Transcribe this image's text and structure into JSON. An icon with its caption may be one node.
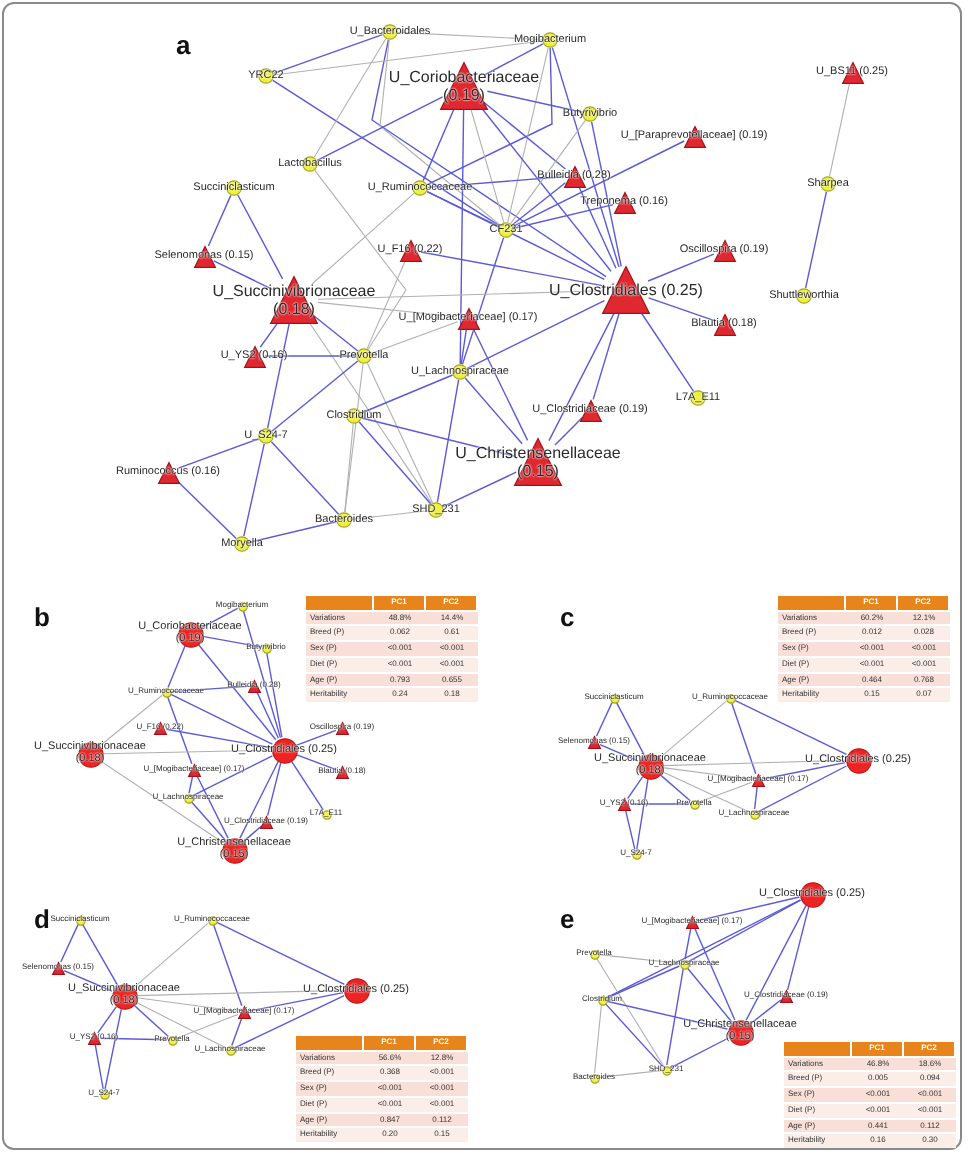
{
  "diagram": {
    "nodes": [
      {
        "text": [
          "U_Bacteroidales"
        ]
      },
      {
        "text": [
          "Mogibacterium"
        ]
      },
      {
        "text": [
          "YRC22"
        ]
      },
      {
        "text": [
          "U_Coriobacteriaceae (0.19)"
        ]
      },
      {
        "text": [
          "U_BS11 (0.25)"
        ]
      },
      {
        "text": [
          "Butyrivibrio"
        ]
      },
      {
        "text": [
          "U_[Paraprevotellaceae] (0.19)"
        ]
      },
      {
        "text": [
          "Lactobacillus"
        ]
      },
      {
        "text": [
          "Succiniclasticum"
        ]
      },
      {
        "text": [
          "U_Ruminococcaceae"
        ]
      },
      {
        "text": [
          "Bulleidia (0.28)"
        ]
      },
      {
        "text": [
          "Sharpea"
        ]
      },
      {
        "text": [
          "Treponema (0.16)"
        ]
      },
      {
        "text": [
          "CF231"
        ]
      },
      {
        "text": [
          "Selenomonas (0.15)"
        ]
      },
      {
        "text": [
          "U_F16 (0.22)"
        ]
      },
      {
        "text": [
          "Oscillospira (0.19)"
        ]
      },
      {
        "text": [
          "U_Succinivibrionaceae (0.18)"
        ]
      },
      {
        "text": [
          "U_Clostridiales (0.25)"
        ]
      },
      {
        "text": [
          "Shuttleworthia"
        ]
      },
      {
        "text": [
          "U_[Mogibacteriaceae] (0.17)"
        ]
      },
      {
        "text": [
          "Blautia (0.18)"
        ]
      },
      {
        "text": [
          "U_YS2 (0.16)"
        ]
      },
      {
        "text": [
          "Prevotella"
        ]
      },
      {
        "text": [
          "U_Lachnospiraceae"
        ]
      },
      {
        "text": [
          "L7A_E11"
        ]
      },
      {
        "text": [
          "U_Clostridiaceae (0.19)"
        ]
      },
      {
        "text": [
          "Clostridium"
        ]
      },
      {
        "text": [
          "U_S24-7"
        ]
      },
      {
        "text": [
          "U_Christensenellaceae (0.15)"
        ]
      },
      {
        "text": [
          "Ruminococcus (0.16)"
        ]
      },
      {
        "text": [
          "Bacteroides"
        ]
      },
      {
        "text": [
          "SHD_231"
        ]
      },
      {
        "text": [
          "Moryella"
        ]
      },
      {
        "text": [
          "Mogibacterium"
        ]
      },
      {
        "text": [
          "U_Coriobacteriaceae (0.19)"
        ]
      },
      {
        "text": [
          "Butyrivibrio"
        ]
      },
      {
        "text": [
          "U_Ruminococcaceae"
        ]
      },
      {
        "text": [
          "Bulleidia (0.28)"
        ]
      },
      {
        "text": [
          "U_F16 (0.22)"
        ]
      },
      {
        "text": [
          "Oscillospira (0.19)"
        ]
      },
      {
        "text": [
          "U_Succinivibrionaceae (0.18)"
        ]
      },
      {
        "text": [
          "U_Clostridiales (0.25)"
        ]
      },
      {
        "text": [
          "U_[Mogibacteriaceae] (0.17)"
        ]
      },
      {
        "text": [
          "Blautia (0.18)"
        ]
      },
      {
        "text": [
          "U_Lachnospiraceae"
        ]
      },
      {
        "text": [
          "U_Clostridiaceae (0.19)"
        ]
      },
      {
        "text": [
          "L7A_E11"
        ]
      },
      {
        "text": [
          "U_Christensenellaceae (0.15)"
        ]
      },
      {
        "text": [
          "Succiniclasticum"
        ]
      },
      {
        "text": [
          "U_Ruminococcaceae"
        ]
      },
      {
        "text": [
          "Selenomonas (0.15)"
        ]
      },
      {
        "text": [
          "U_Succinivibrionaceae (0.18)"
        ]
      },
      {
        "text": [
          "U_Clostridiales (0.25)"
        ]
      },
      {
        "text": [
          "U_[Mogibacteriaceae] (0.17)"
        ]
      },
      {
        "text": [
          "U_YS2 (0.16)"
        ]
      },
      {
        "text": [
          "Prevotella"
        ]
      },
      {
        "text": [
          "U_Lachnospiraceae"
        ]
      },
      {
        "text": [
          "U_S24-7"
        ]
      },
      {
        "text": [
          "Succiniclasticum"
        ]
      },
      {
        "text": [
          "U_Ruminococcaceae"
        ]
      },
      {
        "text": [
          "Selenomonas (0.15)"
        ]
      },
      {
        "text": [
          "U_Succinivibrionaceae (0.18)"
        ]
      },
      {
        "text": [
          "U_Clostridiales (0.25)"
        ]
      },
      {
        "text": [
          "U_[Mogibacteriaceae] (0.17)"
        ]
      },
      {
        "text": [
          "U_YS2 (0.16)"
        ]
      },
      {
        "text": [
          "Prevotella"
        ]
      },
      {
        "text": [
          "U_Lachnospiraceae"
        ]
      },
      {
        "text": [
          "U_S24-7"
        ]
      },
      {
        "text": [
          "U_Clostridiales (0.25)"
        ]
      },
      {
        "text": [
          "U_[Mogibacteriaceae] (0.17)"
        ]
      },
      {
        "text": [
          "Prevotella"
        ]
      },
      {
        "text": [
          "U_Lachnospiraceae"
        ]
      },
      {
        "text": [
          "Clostridium"
        ]
      },
      {
        "text": [
          "U_Clostridiaceae (0.19)"
        ]
      },
      {
        "text": [
          "U_Christensenellaceae (0.15)"
        ]
      },
      {
        "text": [
          "SHD_231"
        ]
      },
      {
        "text": [
          "Bacteroides"
        ]
      }
    ],
    "edges": [
      {
        "from": 0,
        "to": 2,
        "arrow": "none"
      },
      {
        "from": 0,
        "to": 18,
        "arrow": "none"
      },
      {
        "from": 2,
        "to": 13,
        "arrow": "none"
      },
      {
        "from": 2,
        "to": 1,
        "arrow": "none",
        "color": "#b0b0b0"
      },
      {
        "from": 0,
        "to": 1,
        "arrow": "none",
        "color": "#b0b0b0"
      },
      {
        "from": 0,
        "to": 7,
        "arrow": "none",
        "color": "#b0b0b0"
      },
      {
        "from": 0,
        "to": 13,
        "arrow": "none",
        "color": "#b0b0b0"
      },
      {
        "from": 1,
        "to": 3,
        "arrow": "none"
      },
      {
        "from": 1,
        "to": 18,
        "arrow": "none"
      },
      {
        "from": 1,
        "to": 9,
        "arrow": "none"
      },
      {
        "from": 1,
        "to": 13,
        "arrow": "none",
        "color": "#b0b0b0"
      },
      {
        "from": 3,
        "to": 5,
        "arrow": "none"
      },
      {
        "from": 3,
        "to": 9,
        "arrow": "none"
      },
      {
        "from": 3,
        "to": 7,
        "arrow": "none"
      },
      {
        "from": 3,
        "to": 18,
        "arrow": "none"
      },
      {
        "from": 3,
        "to": 13,
        "arrow": "none",
        "color": "#b0b0b0"
      },
      {
        "from": 3,
        "to": 10,
        "arrow": "none"
      },
      {
        "from": 3,
        "to": 24,
        "arrow": "none"
      },
      {
        "from": 4,
        "to": 11,
        "arrow": "none",
        "color": "#b0b0b0"
      },
      {
        "from": 11,
        "to": 19,
        "arrow": "none"
      },
      {
        "from": 5,
        "to": 18,
        "arrow": "none"
      },
      {
        "from": 5,
        "to": 13,
        "arrow": "none",
        "color": "#b0b0b0"
      },
      {
        "from": 6,
        "to": 13,
        "arrow": "none"
      },
      {
        "from": 7,
        "to": 23,
        "arrow": "none",
        "color": "#b0b0b0"
      },
      {
        "from": 8,
        "to": 14,
        "arrow": "none"
      },
      {
        "from": 8,
        "to": 17,
        "arrow": "none"
      },
      {
        "from": 9,
        "to": 13,
        "arrow": "none"
      },
      {
        "from": 9,
        "to": 18,
        "arrow": "none"
      },
      {
        "from": 9,
        "to": 17,
        "arrow": "none",
        "color": "#b0b0b0"
      },
      {
        "from": 9,
        "to": 10,
        "arrow": "none"
      },
      {
        "from": 10,
        "to": 13,
        "arrow": "none"
      },
      {
        "from": 10,
        "to": 18,
        "arrow": "none"
      },
      {
        "from": 12,
        "to": 13,
        "arrow": "none"
      },
      {
        "from": 13,
        "to": 24,
        "arrow": "none"
      },
      {
        "from": 14,
        "to": 17,
        "arrow": "none"
      },
      {
        "from": 15,
        "to": 23,
        "arrow": "none",
        "color": "#b0b0b0"
      },
      {
        "from": 15,
        "to": 18,
        "arrow": "none"
      },
      {
        "from": 16,
        "to": 18,
        "arrow": "none"
      },
      {
        "from": 21,
        "to": 18,
        "arrow": "none"
      },
      {
        "from": 25,
        "to": 18,
        "arrow": "none"
      },
      {
        "from": 17,
        "to": 18,
        "arrow": "none",
        "color": "#b0b0b0"
      },
      {
        "from": 17,
        "to": 20,
        "arrow": "none",
        "color": "#b0b0b0"
      },
      {
        "from": 17,
        "to": 22,
        "arrow": "none"
      },
      {
        "from": 17,
        "to": 28,
        "arrow": "none"
      },
      {
        "from": 17,
        "to": 23,
        "arrow": "none"
      },
      {
        "from": 17,
        "to": 32,
        "arrow": "none",
        "color": "#b0b0b0"
      },
      {
        "from": 18,
        "to": 24,
        "arrow": "none"
      },
      {
        "from": 18,
        "to": 26,
        "arrow": "none"
      },
      {
        "from": 18,
        "to": 29,
        "arrow": "none"
      },
      {
        "from": 20,
        "to": 24,
        "arrow": "none"
      },
      {
        "from": 20,
        "to": 29,
        "arrow": "none"
      },
      {
        "from": 20,
        "to": 23,
        "arrow": "none",
        "color": "#b0b0b0"
      },
      {
        "from": 22,
        "to": 23,
        "arrow": "none"
      },
      {
        "from": 23,
        "to": 28,
        "arrow": "none"
      },
      {
        "from": 23,
        "to": 31,
        "arrow": "none",
        "color": "#b0b0b0"
      },
      {
        "from": 23,
        "to": 32,
        "arrow": "none",
        "color": "#b0b0b0"
      },
      {
        "from": 24,
        "to": 27,
        "arrow": "none"
      },
      {
        "from": 24,
        "to": 32,
        "arrow": "none"
      },
      {
        "from": 24,
        "to": 29,
        "arrow": "none"
      },
      {
        "from": 26,
        "to": 29,
        "arrow": "none"
      },
      {
        "from": 27,
        "to": 29,
        "arrow": "none"
      },
      {
        "from": 27,
        "to": 32,
        "arrow": "none"
      },
      {
        "from": 27,
        "to": 31,
        "arrow": "none",
        "color": "#b0b0b0"
      },
      {
        "from": 28,
        "to": 30,
        "arrow": "none"
      },
      {
        "from": 28,
        "to": 33,
        "arrow": "none"
      },
      {
        "from": 28,
        "to": 31,
        "arrow": "none"
      },
      {
        "from": 30,
        "to": 33,
        "arrow": "none"
      },
      {
        "from": 31,
        "to": 33,
        "arrow": "none"
      },
      {
        "from": 31,
        "to": 32,
        "arrow": "none",
        "color": "#b0b0b0"
      },
      {
        "from": 32,
        "to": 29,
        "arrow": "none"
      },
      {
        "from": 34,
        "to": 35,
        "arrow": "none"
      },
      {
        "from": 34,
        "to": 42,
        "arrow": "none"
      },
      {
        "from": 35,
        "to": 36,
        "arrow": "none"
      },
      {
        "from": 35,
        "to": 37,
        "arrow": "none"
      },
      {
        "from": 35,
        "to": 42,
        "arrow": "none"
      },
      {
        "from": 36,
        "to": 42,
        "arrow": "none"
      },
      {
        "from": 37,
        "to": 38,
        "arrow": "none"
      },
      {
        "from": 37,
        "to": 42,
        "arrow": "none"
      },
      {
        "from": 37,
        "to": 43,
        "arrow": "none"
      },
      {
        "from": 37,
        "to": 41,
        "arrow": "none",
        "color": "#b0b0b0"
      },
      {
        "from": 38,
        "to": 42,
        "arrow": "none"
      },
      {
        "from": 39,
        "to": 42,
        "arrow": "none"
      },
      {
        "from": 40,
        "to": 42,
        "arrow": "none"
      },
      {
        "from": 41,
        "to": 42,
        "arrow": "none",
        "color": "#b0b0b0"
      },
      {
        "from": 41,
        "to": 48,
        "arrow": "none",
        "color": "#b0b0b0"
      },
      {
        "from": 42,
        "to": 44,
        "arrow": "none"
      },
      {
        "from": 42,
        "to": 47,
        "arrow": "none"
      },
      {
        "from": 42,
        "to": 45,
        "arrow": "none"
      },
      {
        "from": 42,
        "to": 46,
        "arrow": "none"
      },
      {
        "from": 42,
        "to": 48,
        "arrow": "none"
      },
      {
        "from": 43,
        "to": 45,
        "arrow": "none"
      },
      {
        "from": 43,
        "to": 48,
        "arrow": "none"
      },
      {
        "from": 45,
        "to": 48,
        "arrow": "none"
      },
      {
        "from": 46,
        "to": 48,
        "arrow": "none"
      },
      {
        "from": 49,
        "to": 51,
        "arrow": "none"
      },
      {
        "from": 49,
        "to": 52,
        "arrow": "none"
      },
      {
        "from": 51,
        "to": 52,
        "arrow": "none"
      },
      {
        "from": 50,
        "to": 52,
        "arrow": "none",
        "color": "#b0b0b0"
      },
      {
        "from": 50,
        "to": 53,
        "arrow": "none"
      },
      {
        "from": 50,
        "to": 54,
        "arrow": "none"
      },
      {
        "from": 52,
        "to": 53,
        "arrow": "none",
        "color": "#b0b0b0"
      },
      {
        "from": 52,
        "to": 54,
        "arrow": "none",
        "color": "#b0b0b0"
      },
      {
        "from": 52,
        "to": 55,
        "arrow": "none"
      },
      {
        "from": 52,
        "to": 56,
        "arrow": "none"
      },
      {
        "from": 52,
        "to": 58,
        "arrow": "none"
      },
      {
        "from": 52,
        "to": 57,
        "arrow": "none",
        "color": "#b0b0b0"
      },
      {
        "from": 53,
        "to": 54,
        "arrow": "none"
      },
      {
        "from": 53,
        "to": 57,
        "arrow": "none"
      },
      {
        "from": 54,
        "to": 57,
        "arrow": "none"
      },
      {
        "from": 54,
        "to": 56,
        "arrow": "none",
        "color": "#b0b0b0"
      },
      {
        "from": 55,
        "to": 56,
        "arrow": "none"
      },
      {
        "from": 55,
        "to": 58,
        "arrow": "none"
      },
      {
        "from": 59,
        "to": 61,
        "arrow": "none"
      },
      {
        "from": 59,
        "to": 62,
        "arrow": "none"
      },
      {
        "from": 61,
        "to": 62,
        "arrow": "none"
      },
      {
        "from": 60,
        "to": 62,
        "arrow": "none",
        "color": "#b0b0b0"
      },
      {
        "from": 60,
        "to": 63,
        "arrow": "none"
      },
      {
        "from": 60,
        "to": 64,
        "arrow": "none"
      },
      {
        "from": 62,
        "to": 63,
        "arrow": "none",
        "color": "#b0b0b0"
      },
      {
        "from": 62,
        "to": 64,
        "arrow": "none",
        "color": "#b0b0b0"
      },
      {
        "from": 62,
        "to": 65,
        "arrow": "none"
      },
      {
        "from": 62,
        "to": 66,
        "arrow": "none"
      },
      {
        "from": 62,
        "to": 68,
        "arrow": "none"
      },
      {
        "from": 62,
        "to": 67,
        "arrow": "none",
        "color": "#b0b0b0"
      },
      {
        "from": 63,
        "to": 64,
        "arrow": "none"
      },
      {
        "from": 63,
        "to": 67,
        "arrow": "none"
      },
      {
        "from": 64,
        "to": 67,
        "arrow": "none"
      },
      {
        "from": 64,
        "to": 66,
        "arrow": "none",
        "color": "#b0b0b0"
      },
      {
        "from": 65,
        "to": 66,
        "arrow": "none"
      },
      {
        "from": 65,
        "to": 68,
        "arrow": "none"
      },
      {
        "from": 69,
        "to": 70,
        "arrow": "none"
      },
      {
        "from": 69,
        "to": 72,
        "arrow": "none"
      },
      {
        "from": 69,
        "to": 74,
        "arrow": "none"
      },
      {
        "from": 69,
        "to": 75,
        "arrow": "none"
      },
      {
        "from": 69,
        "to": 73,
        "arrow": "none"
      },
      {
        "from": 70,
        "to": 72,
        "arrow": "none"
      },
      {
        "from": 70,
        "to": 75,
        "arrow": "none"
      },
      {
        "from": 71,
        "to": 72,
        "arrow": "none",
        "color": "#b0b0b0"
      },
      {
        "from": 71,
        "to": 76,
        "arrow": "none",
        "color": "#b0b0b0"
      },
      {
        "from": 72,
        "to": 73,
        "arrow": "none"
      },
      {
        "from": 72,
        "to": 75,
        "arrow": "none"
      },
      {
        "from": 72,
        "to": 76,
        "arrow": "none"
      },
      {
        "from": 73,
        "to": 75,
        "arrow": "none"
      },
      {
        "from": 73,
        "to": 76,
        "arrow": "none"
      },
      {
        "from": 73,
        "to": 77,
        "arrow": "none",
        "color": "#b0b0b0"
      },
      {
        "from": 74,
        "to": 75,
        "arrow": "none"
      },
      {
        "from": 75,
        "to": 76,
        "arrow": "none"
      },
      {
        "from": 76,
        "to": 77,
        "arrow": "none",
        "color": "#b0b0b0"
      }
    ],
    "labels": [
      "a",
      "b",
      "PC1",
      "PC2",
      "Variations",
      "48.8%",
      "14.4%",
      "Breed (P)",
      "0.062",
      "0.61",
      "Sex (P)",
      "<0.001",
      "<0.001",
      "Diet (P)",
      "<0.001",
      "<0.001",
      "Age (P)",
      "0.793",
      "0.655",
      "Heritability",
      "0.24",
      "0.18",
      "c",
      "PC1",
      "PC2",
      "Variations",
      "60.2%",
      "12.1%",
      "Breed (P)",
      "0.012",
      "0.028",
      "Sex (P)",
      "<0.001",
      "<0.001",
      "Diet (P)",
      "<0.001",
      "<0.001",
      "Age (P)",
      "0.464",
      "0.768",
      "Heritability",
      "0.15",
      "0.07",
      "d",
      "PC1",
      "PC2",
      "Variations",
      "56.6%",
      "12.8%",
      "Breed (P)",
      "0.368",
      "<0.001",
      "Sex (P)",
      "<0.001",
      "<0.001",
      "Diet (P)",
      "<0.001",
      "<0.001",
      "Age (P)",
      "0.847",
      "0.112",
      "Heritability",
      "0.20",
      "0.15",
      "e",
      "PC1",
      "PC2",
      "Variations",
      "46.8%",
      "18.6%",
      "Breed (P)",
      "0.005",
      "0.094",
      "Sex (P)",
      "<0.001",
      "<0.001",
      "Diet (P)",
      "<0.001",
      "<0.001",
      "Age (P)",
      "0.441",
      "0.112",
      "Heritability",
      "0.16",
      "0.30"
    ]
  }
}
